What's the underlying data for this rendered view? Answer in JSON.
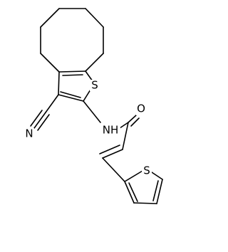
{
  "atom_labels": {
    "sulfur_top": "S",
    "nitrogen_nitrile": "N",
    "nh": "NH",
    "oxygen": "O",
    "sulfur_bottom": "S"
  },
  "colors": {
    "bond": "#000000",
    "background": "#ffffff"
  }
}
